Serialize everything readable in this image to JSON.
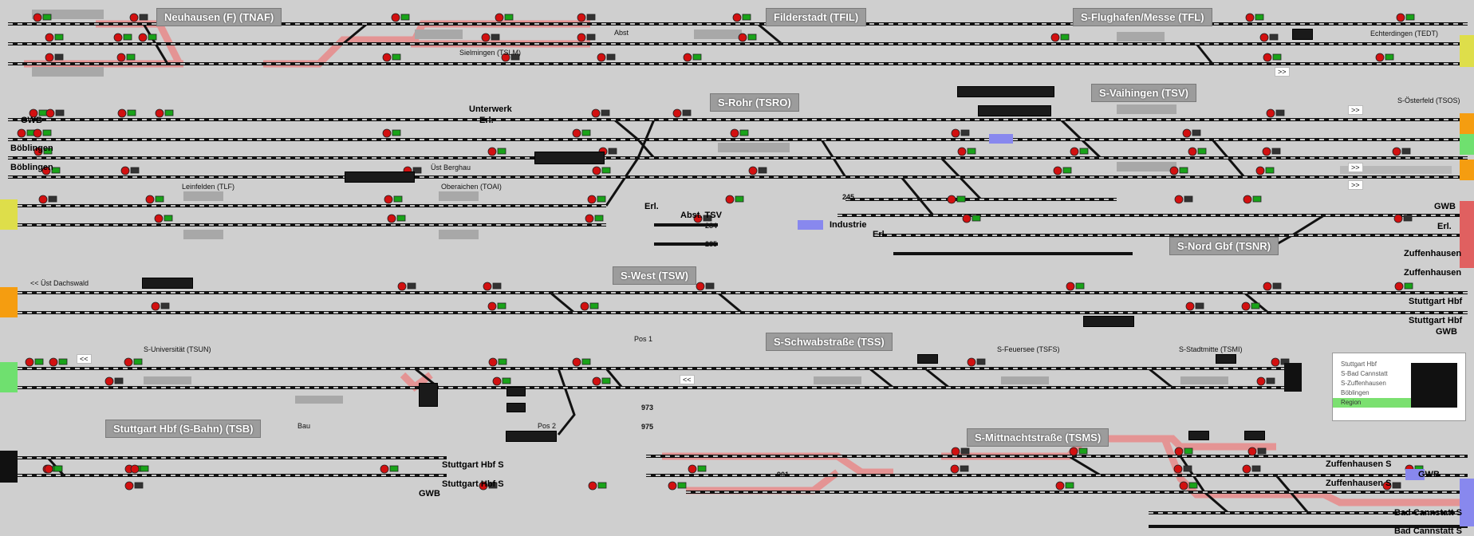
{
  "colors": {
    "track": "#111111",
    "dash": "#ffffff",
    "route": "#e88a8a",
    "signal_red": "#d21010",
    "signal_green": "#19a319",
    "edge_orange": "#f59d10",
    "edge_green": "#6fe06f",
    "edge_yellow": "#dede4a",
    "edge_blue": "#8888ee",
    "edge_pink": "#e06060"
  },
  "stations": [
    {
      "id": "tnaf",
      "label": "Neuhausen (F) (TNAF)"
    },
    {
      "id": "tfil",
      "label": "Filderstadt (TFIL)"
    },
    {
      "id": "tfl",
      "label": "S-Flughafen/Messe (TFL)"
    },
    {
      "id": "tsro",
      "label": "S-Rohr (TSRO)"
    },
    {
      "id": "tsv",
      "label": "S-Vaihingen (TSV)"
    },
    {
      "id": "tsnr",
      "label": "S-Nord Gbf (TSNR)"
    },
    {
      "id": "tsw",
      "label": "S-West (TSW)"
    },
    {
      "id": "tss",
      "label": "S-Schwabstraße (TSS)"
    },
    {
      "id": "tsb",
      "label": "Stuttgart Hbf (S-Bahn) (TSB)"
    },
    {
      "id": "tsms",
      "label": "S-Mittnachtstraße (TSMS)"
    }
  ],
  "small_labels": [
    {
      "id": "tslm",
      "text": "Sielmingen (TSLM)"
    },
    {
      "id": "tedt",
      "text": "Echterdingen (TEDT)"
    },
    {
      "id": "tsos",
      "text": "S-Österfeld (TSOS)"
    },
    {
      "id": "tlf",
      "text": "Leinfelden (TLF)"
    },
    {
      "id": "toai",
      "text": "Oberaichen (TOAI)"
    },
    {
      "id": "ust-berghau",
      "text": "Üst Berghau"
    },
    {
      "id": "ust-dachswald",
      "text": "<< Üst Dachswald"
    },
    {
      "id": "tsun",
      "text": "S-Universität (TSUN)"
    },
    {
      "id": "tsfs",
      "text": "S-Feuersee (TSFS)"
    },
    {
      "id": "tsmi",
      "text": "S-Stadtmitte (TSMI)"
    },
    {
      "id": "abst",
      "text": "Abst"
    },
    {
      "id": "pos1",
      "text": "Pos 1"
    },
    {
      "id": "pos2",
      "text": "Pos 2"
    },
    {
      "id": "bau",
      "text": "Bau"
    }
  ],
  "directions": [
    {
      "id": "gwb-1",
      "text": "GWB"
    },
    {
      "id": "boeblingen-1",
      "text": "Böblingen"
    },
    {
      "id": "boeblingen-2",
      "text": "Böblingen"
    },
    {
      "id": "unterwerk",
      "text": "Unterwerk"
    },
    {
      "id": "erl-1",
      "text": "Erl."
    },
    {
      "id": "erl-2",
      "text": "Erl."
    },
    {
      "id": "abst-tsv",
      "text": "Abst. TSV"
    },
    {
      "id": "industrie",
      "text": "Industrie"
    },
    {
      "id": "erl-3",
      "text": "Erl."
    },
    {
      "id": "gwb-2",
      "text": "GWB"
    },
    {
      "id": "erl-4",
      "text": "Erl."
    },
    {
      "id": "zuffenhausen-1",
      "text": "Zuffenhausen"
    },
    {
      "id": "zuffenhausen-2",
      "text": "Zuffenhausen"
    },
    {
      "id": "stuttgart-hbf-1",
      "text": "Stuttgart Hbf"
    },
    {
      "id": "stuttgart-hbf-2",
      "text": "Stuttgart Hbf"
    },
    {
      "id": "gwb-3",
      "text": "GWB"
    },
    {
      "id": "stuttgart-hbf-s-1",
      "text": "Stuttgart Hbf S"
    },
    {
      "id": "stuttgart-hbf-s-2",
      "text": "Stuttgart Hbf S"
    },
    {
      "id": "gwb-4",
      "text": "GWB"
    },
    {
      "id": "zuffenhausen-s-1",
      "text": "Zuffenhausen S"
    },
    {
      "id": "gwb-5",
      "text": "GWB"
    },
    {
      "id": "zuffenhausen-s-2",
      "text": "Zuffenhausen S"
    },
    {
      "id": "bad-cannstatt-s-1",
      "text": "Bad Cannstatt S"
    },
    {
      "id": "bad-cannstatt-s-2",
      "text": "Bad Cannstatt S"
    }
  ],
  "track_numbers": {
    "n973": "973",
    "n975": "975",
    "n901": "901",
    "n245": "245",
    "n284": "284",
    "n285": "285"
  },
  "arrows": {
    "right": ">>",
    "left": "<<"
  },
  "legend": {
    "items": [
      "Stuttgart Hbf",
      "S-Bad Cannstatt",
      "S-Zuffenhausen",
      "Böblingen",
      "Region"
    ]
  }
}
